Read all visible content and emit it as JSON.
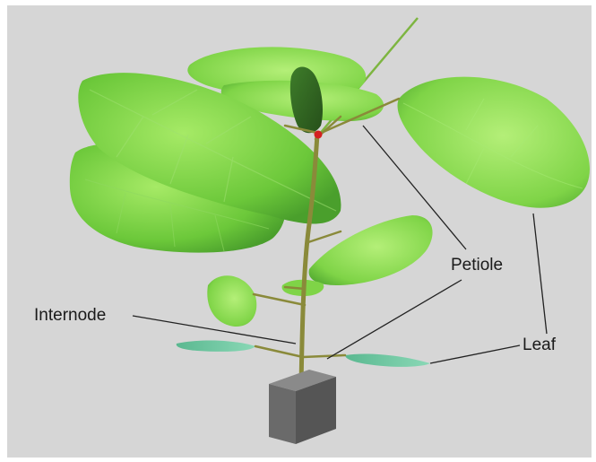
{
  "labels": {
    "petiole": "Petiole",
    "internode": "Internode",
    "leaf": "Leaf"
  },
  "colors": {
    "background": "#d6d6d6",
    "frame": "#ffffff",
    "leaf_light": "#9be35a",
    "leaf_mid": "#6cc83a",
    "leaf_dark": "#3f8f2a",
    "stem": "#8a8a3a",
    "pot_top": "#7a7a7a",
    "pot_side": "#5a5a5a",
    "cotyledon": "#6fc9a0",
    "bud": "#d42020"
  },
  "icons": {
    "plant": "plant-model-illustration",
    "pot": "cube-pot-icon"
  }
}
